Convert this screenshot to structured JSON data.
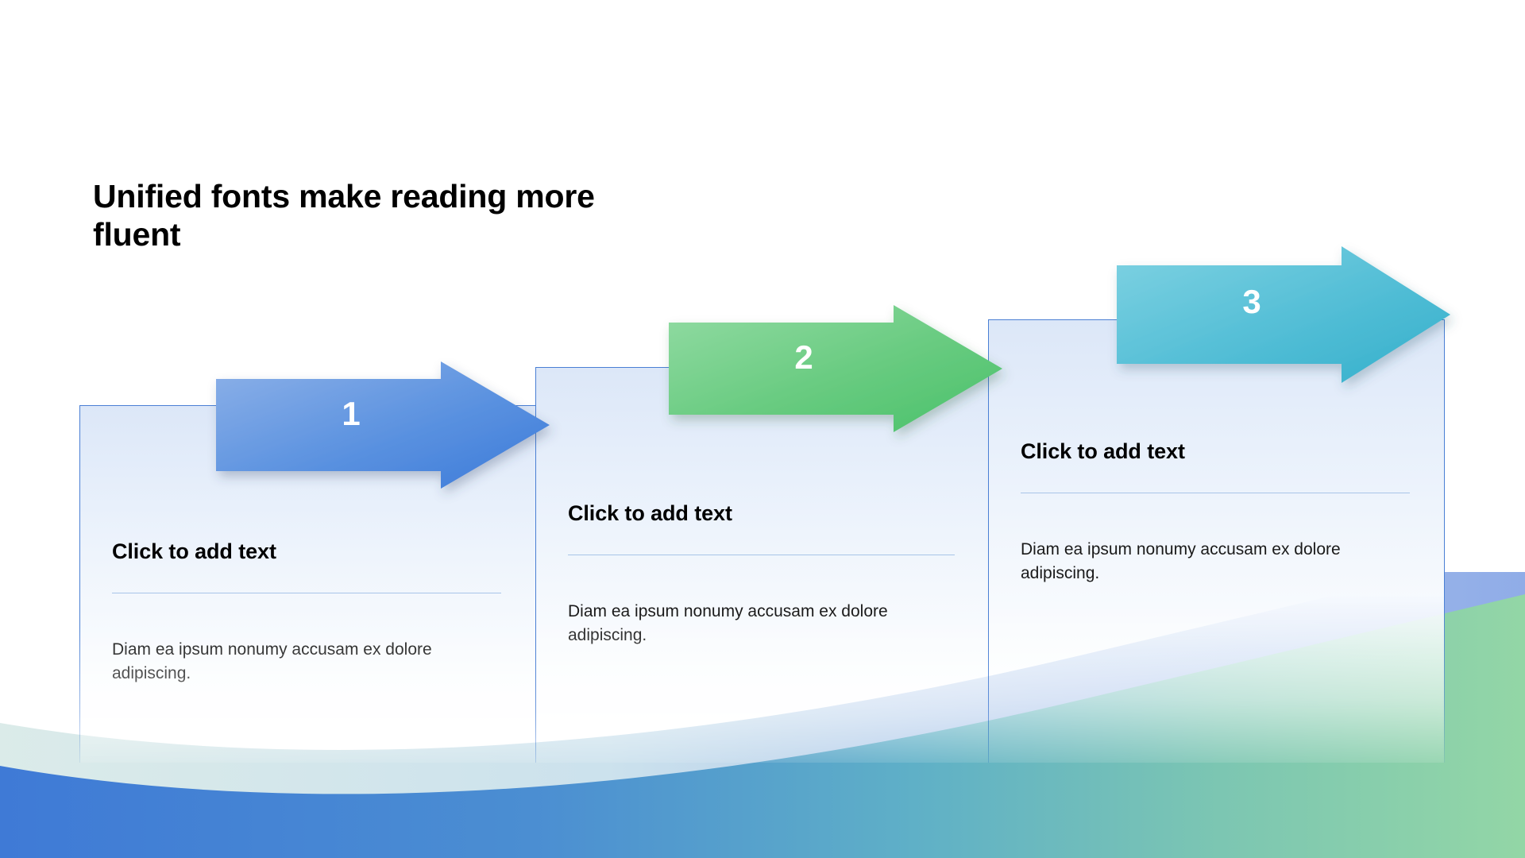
{
  "slide": {
    "title": "Unified fonts make reading more\nfluent",
    "background_color": "#ffffff"
  },
  "steps": [
    {
      "number": "1",
      "heading": "Click to add text",
      "body": "Diam ea ipsum nonumy accusam ex dolore adipiscing.",
      "arrow_color_start": "#8db1e8",
      "arrow_color_end": "#3b7ad9",
      "card_border_color": "#4a7fd4"
    },
    {
      "number": "2",
      "heading": "Click to add text",
      "body": "Diam ea ipsum nonumy accusam ex dolore adipiscing.",
      "arrow_color_start": "#8ed7a0",
      "arrow_color_end": "#49c169",
      "card_border_color": "#4a7fd4"
    },
    {
      "number": "3",
      "heading": "Click to add text",
      "body": "Diam ea ipsum nonumy accusam ex dolore adipiscing.",
      "arrow_color_start": "#74cadd",
      "arrow_color_end": "#33afcb",
      "card_border_color": "#4a7fd4"
    }
  ],
  "decoration": {
    "wave_top_color_left": "#d9eae8",
    "wave_top_color_right": "#8aa8e6",
    "wave_bottom_color_left": "#3f7ad6",
    "wave_bottom_color_mid": "#5fa9cf",
    "wave_bottom_color_right": "#93d6a6"
  }
}
